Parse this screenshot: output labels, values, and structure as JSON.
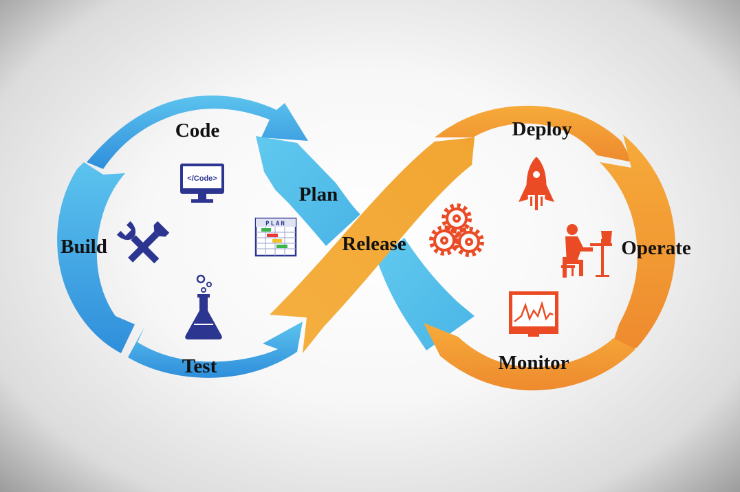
{
  "stages": {
    "code": "Code",
    "plan": "Plan",
    "build": "Build",
    "test": "Test",
    "release": "Release",
    "deploy": "Deploy",
    "operate": "Operate",
    "monitor": "Monitor"
  },
  "icons": {
    "code_monitor_text": "</Code>",
    "plan_board_text": "PLAN",
    "code": "code-monitor-icon",
    "build": "tools-icon",
    "test": "flask-icon",
    "plan": "plan-chart-icon",
    "release": "gears-icon",
    "deploy": "rocket-icon",
    "operate": "operator-desk-icon",
    "monitor": "monitor-graph-icon"
  },
  "colors": {
    "dev_blue": "#3a9ade",
    "dev_light_blue": "#55c1e8",
    "ops_orange": "#f0932f",
    "ops_yellow": "#f2b233",
    "dev_icon_navy": "#2c3590",
    "ops_icon_red": "#ea4b25"
  }
}
